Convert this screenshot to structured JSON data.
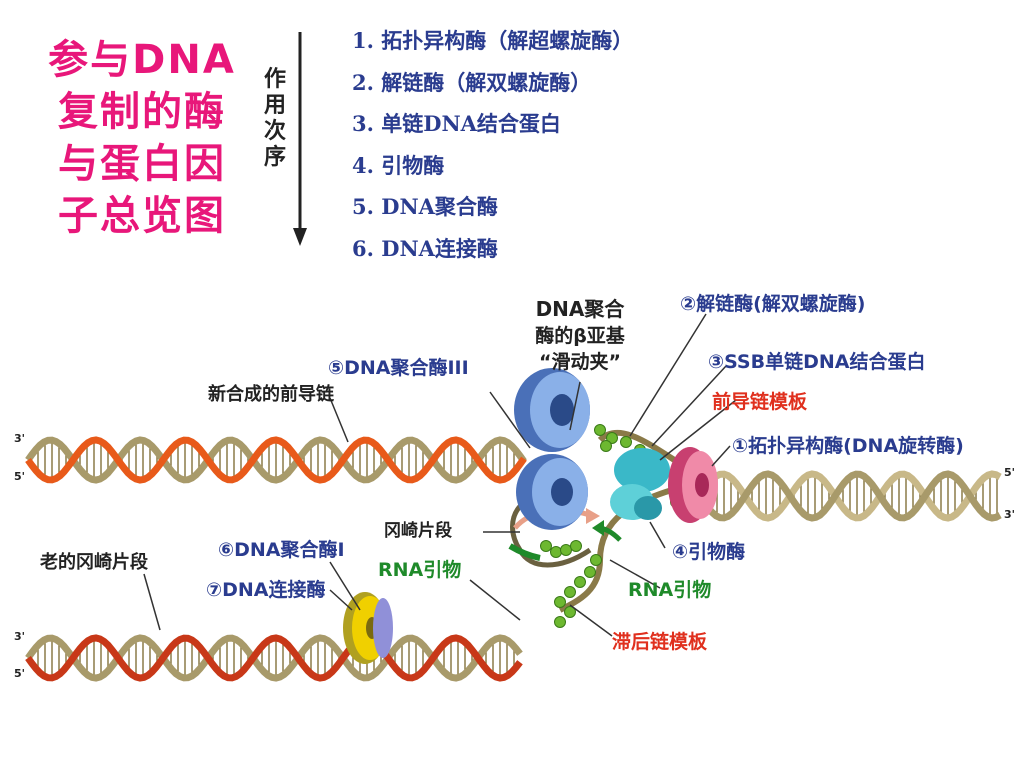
{
  "title": {
    "lines": [
      "参与DNA",
      "复制的酶",
      "与蛋白因",
      "子总览图"
    ],
    "color": "#e8177a"
  },
  "order_label": {
    "chars": [
      "作",
      "用",
      "次",
      "序"
    ]
  },
  "steps": [
    "1. 拓扑异构酶（解超螺旋酶）",
    "2. 解链酶（解双螺旋酶）",
    "3. 单链DNA结合蛋白",
    "4. 引物酶",
    "5. DNA聚合酶",
    "6. DNA连接酶"
  ],
  "diagram": {
    "labels": {
      "beta_clamp_1": "DNA聚合",
      "beta_clamp_2": "酶的β亚基",
      "beta_clamp_3": "“滑动夹”",
      "helicase": "②解链酶(解双螺旋酶)",
      "ssb": "③SSB单链DNA结合蛋白",
      "pol3": "⑤DNA聚合酶III",
      "leading_new": "新合成的前导链",
      "leading_template": "前导链模板",
      "topoisomerase": "①拓扑异构酶(DNA旋转酶)",
      "okazaki": "冈崎片段",
      "primase": "④引物酶",
      "old_okazaki": "老的冈崎片段",
      "pol1": "⑥DNA聚合酶I",
      "ligase": "⑦DNA连接酶",
      "rna_primer_left": "RNA引物",
      "rna_primer_right": "RNA引物",
      "lagging_template": "滞后链模板",
      "end_3_top_left": "3'",
      "end_5_top_left": "5'",
      "end_3_bottom_left": "3'",
      "end_5_bottom_left": "5'",
      "end_5_right_top": "5'",
      "end_3_right_bottom": "3'"
    },
    "colors": {
      "label_blue": "#2a3c8f",
      "label_red": "#e0301e",
      "label_green": "#1f8a2a",
      "label_dark": "#222222",
      "strand_tan": "#a89a6a",
      "strand_orange": "#e85a1a",
      "strand_red": "#c83818",
      "strand_green": "#1f8a2a",
      "polymerase_blue": "#5b82c8",
      "topo_pink": "#e8608a",
      "primase_cyan": "#5ed0d8",
      "ligase_yellow": "#f0d000",
      "ssb_green": "#6db830"
    }
  }
}
